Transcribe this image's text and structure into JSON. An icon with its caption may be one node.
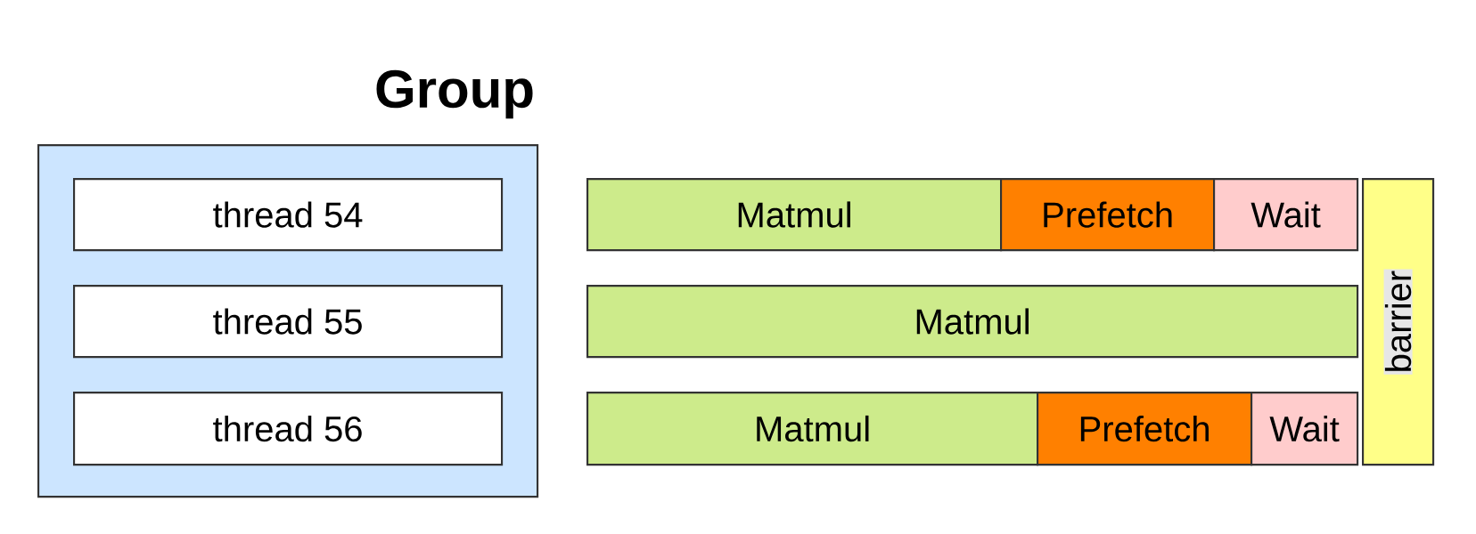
{
  "diagram": {
    "nodes": [
      {
        "text": [
          "Group"
        ]
      },
      {
        "text": [
          "thread 54"
        ],
        "in": 0
      },
      {
        "text": [
          "thread 55"
        ],
        "in": 0
      },
      {
        "text": [
          "thread 56"
        ],
        "in": 0
      },
      {
        "text": [
          "Matmul"
        ]
      },
      {
        "text": [
          "Prefetch"
        ]
      },
      {
        "text": [
          "Wait"
        ]
      },
      {
        "text": [
          "Matmul"
        ]
      },
      {
        "text": [
          "Matmul"
        ]
      },
      {
        "text": [
          "Prefetch"
        ]
      },
      {
        "text": [
          "Wait"
        ]
      },
      {
        "text": [
          "barrier"
        ]
      }
    ]
  }
}
